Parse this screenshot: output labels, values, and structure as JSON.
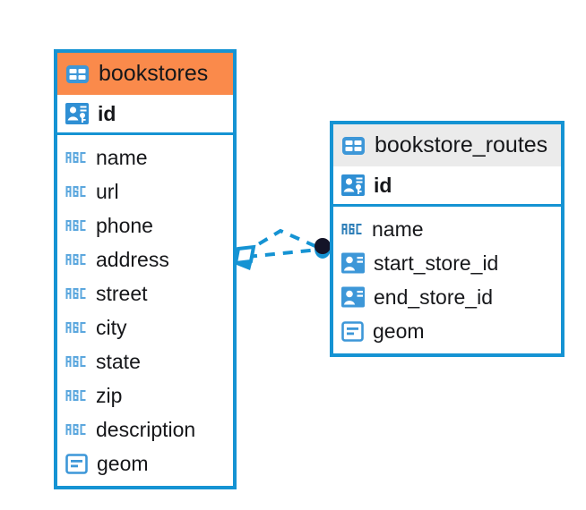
{
  "diagram": {
    "type": "entity-relationship-diagram",
    "background_color": "#ffffff",
    "accent_color": "#1593d3",
    "highlight_color": "#fa8a4b",
    "neutral_header_color": "#ebebeb",
    "text_color": "#16171a"
  },
  "entities": [
    {
      "name": "bookstores",
      "header_style": "accent-orange",
      "primary_key": {
        "label": "id",
        "icon": "primary-key-icon"
      },
      "fields": [
        {
          "label": "name",
          "icon": "text-abc-icon"
        },
        {
          "label": "url",
          "icon": "text-abc-icon"
        },
        {
          "label": "phone",
          "icon": "text-abc-icon"
        },
        {
          "label": "address",
          "icon": "text-abc-icon"
        },
        {
          "label": "street",
          "icon": "text-abc-icon"
        },
        {
          "label": "city",
          "icon": "text-abc-icon"
        },
        {
          "label": "state",
          "icon": "text-abc-icon"
        },
        {
          "label": "zip",
          "icon": "text-abc-icon"
        },
        {
          "label": "description",
          "icon": "text-abc-icon"
        },
        {
          "label": "geom",
          "icon": "geometry-icon"
        }
      ]
    },
    {
      "name": "bookstore_routes",
      "header_style": "accent-gray",
      "primary_key": {
        "label": "id",
        "icon": "primary-key-icon"
      },
      "fields": [
        {
          "label": "name",
          "icon": "text-abc-icon"
        },
        {
          "label": "start_store_id",
          "icon": "foreign-key-icon"
        },
        {
          "label": "end_store_id",
          "icon": "foreign-key-icon"
        },
        {
          "label": "geom",
          "icon": "geometry-icon"
        }
      ]
    }
  ],
  "relationship": {
    "from_entity": "bookstores",
    "to_entity": "bookstore_routes",
    "line_style": "dashed",
    "line_color": "#1593d3",
    "source_endpoint": "crows-foot-icon",
    "target_endpoint": "filled-circle-endpoint-icon",
    "target_endpoint_color": "#141428"
  }
}
